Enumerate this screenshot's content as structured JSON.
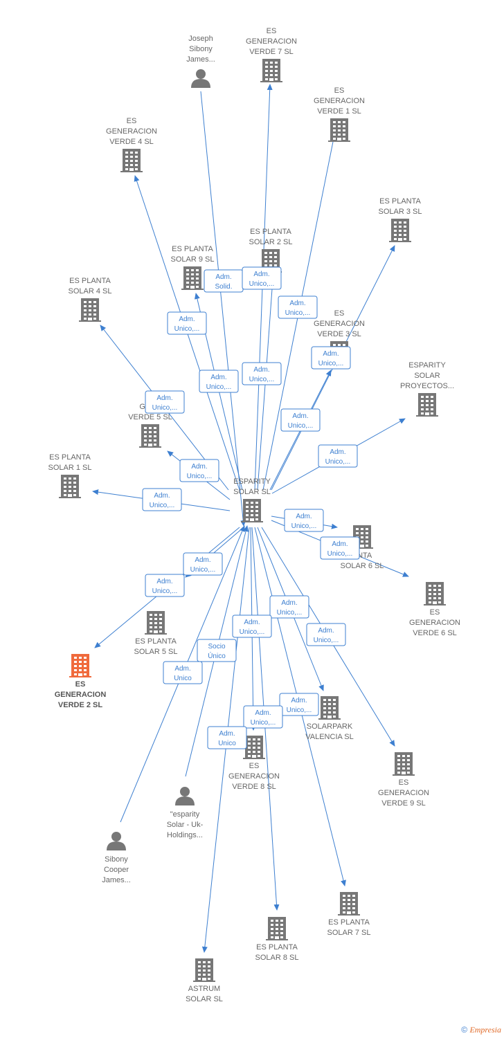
{
  "colors": {
    "edge": "#3d7fd0",
    "icon": "#777777",
    "highlight": "#f06a3c",
    "label": "#666666"
  },
  "nodes": [
    {
      "id": "center",
      "type": "company",
      "lines": [
        "ESPARITY",
        "SOLAR  SL"
      ]
    },
    {
      "id": "joseph",
      "type": "person",
      "lines": [
        "Joseph",
        "Sibony",
        "James..."
      ]
    },
    {
      "id": "gv7",
      "type": "company",
      "lines": [
        "ES",
        "GENERACION",
        "VERDE 7  SL"
      ]
    },
    {
      "id": "gv1",
      "type": "company",
      "lines": [
        "ES",
        "GENERACION",
        "VERDE 1  SL"
      ]
    },
    {
      "id": "gv4",
      "type": "company",
      "lines": [
        "ES",
        "GENERACION",
        "VERDE 4  SL"
      ]
    },
    {
      "id": "ps3",
      "type": "company",
      "lines": [
        "ES PLANTA",
        "SOLAR 3  SL"
      ]
    },
    {
      "id": "ps2",
      "type": "company",
      "lines": [
        "ES PLANTA",
        "SOLAR 2  SL"
      ]
    },
    {
      "id": "ps9",
      "type": "company",
      "lines": [
        "ES PLANTA",
        "SOLAR 9  SL"
      ]
    },
    {
      "id": "ps4",
      "type": "company",
      "lines": [
        "ES PLANTA",
        "SOLAR 4  SL"
      ]
    },
    {
      "id": "gv3",
      "type": "company",
      "lines": [
        "ES",
        "GENERACION",
        "VERDE 3  SL"
      ]
    },
    {
      "id": "espp",
      "type": "company",
      "lines": [
        "ESPARITY",
        "SOLAR",
        "PROYECTOS..."
      ]
    },
    {
      "id": "gv5",
      "type": "company",
      "lines": [
        "GENE",
        "VERDE 5  SL"
      ]
    },
    {
      "id": "ps1",
      "type": "company",
      "lines": [
        "ES PLANTA",
        "SOLAR 1  SL"
      ]
    },
    {
      "id": "ps6",
      "type": "company",
      "lines": [
        "ANTA",
        "SOLAR 6  SL"
      ]
    },
    {
      "id": "gv6",
      "type": "company",
      "lines": [
        "ES",
        "GENERACION",
        "VERDE 6  SL"
      ]
    },
    {
      "id": "ps5",
      "type": "company",
      "lines": [
        "ES PLANTA",
        "SOLAR 5  SL"
      ]
    },
    {
      "id": "gv2",
      "type": "company",
      "highlight": true,
      "lines": [
        "ES",
        "GENERACION",
        "VERDE 2  SL"
      ]
    },
    {
      "id": "spv",
      "type": "company",
      "lines": [
        "SOLARPARK",
        "VALENCIA  SL"
      ]
    },
    {
      "id": "gv8",
      "type": "company",
      "lines": [
        "ES",
        "GENERACION",
        "VERDE 8  SL"
      ]
    },
    {
      "id": "gv9",
      "type": "company",
      "lines": [
        "ES",
        "GENERACION",
        "VERDE 9  SL"
      ]
    },
    {
      "id": "esuk",
      "type": "person",
      "lines": [
        "\"esparity",
        "Solar - Uk-",
        "Holdings..."
      ]
    },
    {
      "id": "sibony",
      "type": "person",
      "lines": [
        "Sibony",
        "Cooper",
        "James..."
      ]
    },
    {
      "id": "ps7",
      "type": "company",
      "lines": [
        "ES PLANTA",
        "SOLAR 7  SL"
      ]
    },
    {
      "id": "ps8",
      "type": "company",
      "lines": [
        "ES PLANTA",
        "SOLAR 8  SL"
      ]
    },
    {
      "id": "astrum",
      "type": "company",
      "lines": [
        "ASTRUM",
        "SOLAR  SL"
      ]
    }
  ],
  "edges": [
    {
      "from": "joseph",
      "to": "center",
      "role": [
        "Adm.",
        "Solid."
      ]
    },
    {
      "from": "center",
      "to": "gv7",
      "role": [
        "Adm.",
        "Unico,..."
      ]
    },
    {
      "from": "center",
      "to": "gv1",
      "role": [
        "Adm.",
        "Unico,..."
      ]
    },
    {
      "from": "center",
      "to": "gv4",
      "role": [
        "Adm.",
        "Unico,..."
      ]
    },
    {
      "from": "center",
      "to": "ps3",
      "role": [
        "Adm.",
        "Unico,..."
      ]
    },
    {
      "from": "center",
      "to": "ps2",
      "role": [
        "Adm.",
        "Unico,..."
      ]
    },
    {
      "from": "center",
      "to": "ps9",
      "role": [
        "Adm.",
        "Unico,..."
      ]
    },
    {
      "from": "center",
      "to": "ps4",
      "role": [
        "Adm.",
        "Unico,..."
      ]
    },
    {
      "from": "center",
      "to": "gv3",
      "role": [
        "Adm.",
        "Unico,..."
      ]
    },
    {
      "from": "center",
      "to": "espp",
      "role": [
        "Adm.",
        "Unico,..."
      ]
    },
    {
      "from": "center",
      "to": "gv5",
      "role": [
        "Adm.",
        "Unico,..."
      ]
    },
    {
      "from": "center",
      "to": "ps1",
      "role": [
        "Adm.",
        "Unico,..."
      ]
    },
    {
      "from": "center",
      "to": "ps6",
      "role": [
        "Adm.",
        "Unico,..."
      ]
    },
    {
      "from": "center",
      "to": "gv6",
      "role": [
        "Adm.",
        "Unico,..."
      ]
    },
    {
      "from": "center",
      "to": "ps5",
      "role": [
        "Adm.",
        "Unico,..."
      ]
    },
    {
      "from": "center",
      "to": "gv2",
      "role": [
        "Adm.",
        "Unico,..."
      ]
    },
    {
      "from": "center",
      "to": "spv",
      "role": [
        "Adm.",
        "Unico,..."
      ]
    },
    {
      "from": "center",
      "to": "gv8",
      "role": [
        "Adm.",
        "Unico,..."
      ]
    },
    {
      "from": "center",
      "to": "gv9",
      "role": [
        "Adm.",
        "Unico,..."
      ]
    },
    {
      "from": "esuk",
      "to": "center",
      "role": [
        "Socio",
        "Único"
      ]
    },
    {
      "from": "sibony",
      "to": "center",
      "role": [
        "Adm.",
        "Unico"
      ]
    },
    {
      "from": "center",
      "to": "ps7",
      "role": [
        "Adm.",
        "Unico,..."
      ]
    },
    {
      "from": "center",
      "to": "ps8",
      "role": [
        "Adm.",
        "Unico,..."
      ]
    },
    {
      "from": "center",
      "to": "astrum",
      "role": [
        "Adm.",
        "Unico"
      ]
    }
  ],
  "footer": {
    "copyright": "©",
    "brand": "Empresia"
  }
}
